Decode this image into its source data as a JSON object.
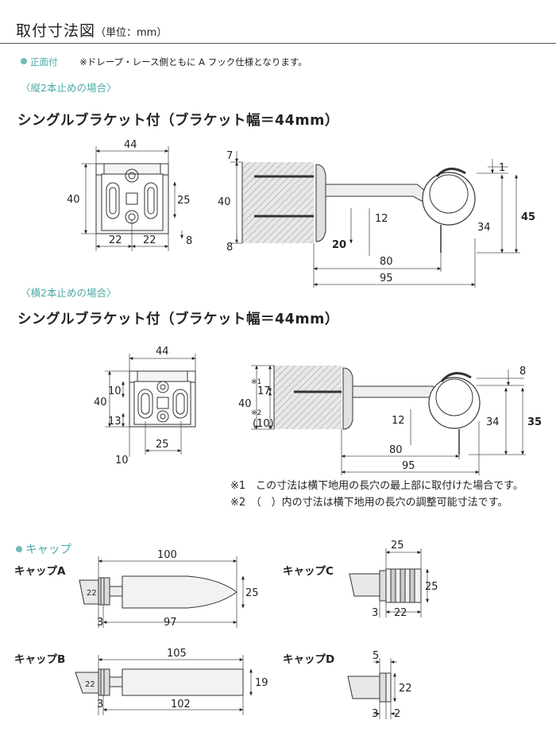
{
  "page": {
    "title": "取付寸法図",
    "unit_note": "（単位：mm）",
    "front_label": "正面付",
    "front_note": "※ドレープ・レース側ともに A フック仕様となります。"
  },
  "vertical": {
    "subtitle": "〈縦2本止めの場合〉",
    "heading": "シングルブラケット付（ブラケット幅＝44mm）",
    "dims": {
      "w44": "44",
      "h40": "40",
      "d25": "25",
      "d22a": "22",
      "d22b": "22",
      "d8": "8",
      "s7": "7",
      "s40": "40",
      "s8": "8",
      "s1": "1",
      "s12": "12",
      "s20": "20",
      "s34": "34",
      "s45": "45",
      "s80": "80",
      "s95": "95"
    }
  },
  "horizontal": {
    "subtitle": "〈横2本止めの場合〉",
    "heading": "シングルブラケット付（ブラケット幅＝44mm）",
    "dims": {
      "w44": "44",
      "d10a": "10",
      "h40": "40",
      "d13": "13",
      "d25": "25",
      "d10b": "10",
      "m1": "※1",
      "s17": "17",
      "s40": "40",
      "m2": "※2",
      "s10p": "(10)",
      "s8": "8",
      "s12": "12",
      "s34": "34",
      "s35": "35",
      "s80": "80",
      "s95": "95"
    },
    "notes": [
      "※1　この寸法は横下地用の長穴の最上部に取付けた場合です。",
      "※2　（　）内の寸法は横下地用の長穴の調整可能寸法です。"
    ]
  },
  "caps": {
    "title": "キャップ",
    "a": {
      "label": "キャップA",
      "d100": "100",
      "d25": "25",
      "d22": "22",
      "d3": "3",
      "d97": "97"
    },
    "b": {
      "label": "キャップB",
      "d105": "105",
      "d19": "19",
      "d22": "22",
      "d3": "3",
      "d102": "102"
    },
    "c": {
      "label": "キャップC",
      "d25top": "25",
      "d25": "25",
      "d3": "3",
      "d22b": "22"
    },
    "d": {
      "label": "キャップD",
      "d5": "5",
      "d22": "22",
      "d3": "3",
      "d2": "2"
    }
  }
}
